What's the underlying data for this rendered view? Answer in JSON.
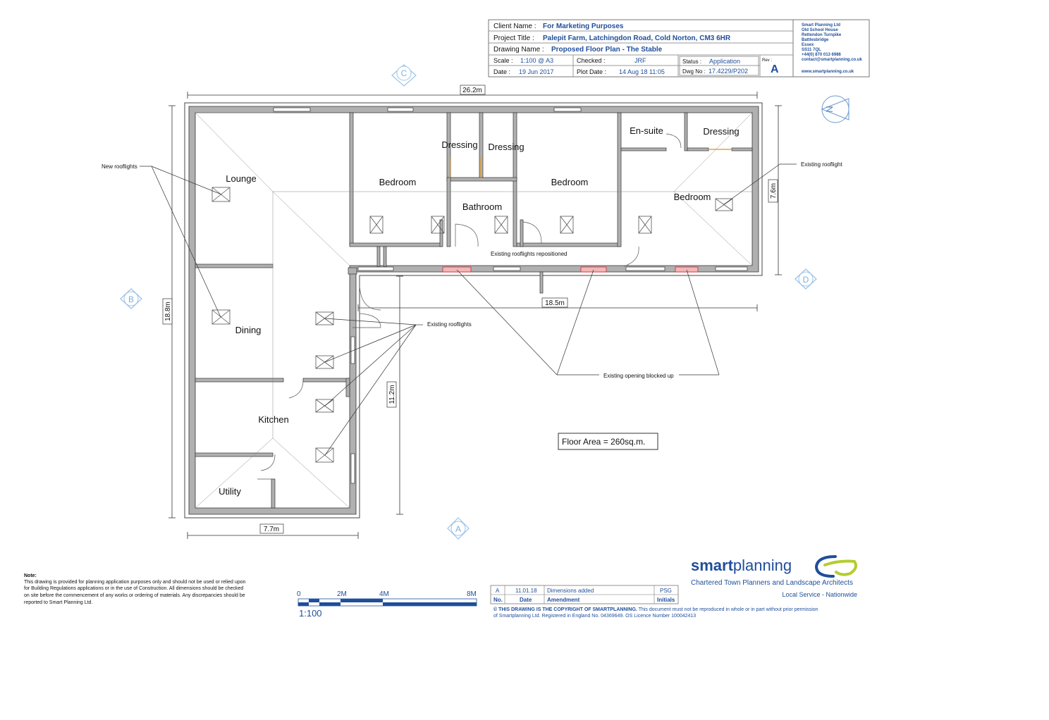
{
  "title_block": {
    "client_label": "Client Name :",
    "client_value": "For Marketing Purposes",
    "project_label": "Project Title :",
    "project_value": "Palepit Farm, Latchingdon Road, Cold Norton, CM3 6HR",
    "drawing_label": "Drawing Name :",
    "drawing_value": "Proposed Floor Plan - The Stable",
    "scale_label": "Scale :",
    "scale_value": "1:100 @ A3",
    "checked_label": "Checked :",
    "checked_value": "JRF",
    "status_label": "Status :",
    "status_value": "Application",
    "rev_label": "Rev :",
    "rev_value": "A",
    "date_label": "Date :",
    "date_value": "19 Jun 2017",
    "plot_label": "Plot Date :",
    "plot_value": "14 Aug 18 11:05",
    "dwg_label": "Dwg No :",
    "dwg_value": "17.4229/P202",
    "company_lines": [
      "Smart Planning Ltd",
      "Old School House",
      "Rettendon Turnpike",
      "Battlesbridge",
      "Essex",
      "SS11 7QL",
      "+44(0) 870 013 6986",
      "contact@smartplanning.co.uk"
    ],
    "website": "www.smartplanning.co.uk"
  },
  "elevation_markers": {
    "a": "A",
    "b": "B",
    "c": "C",
    "d": "D"
  },
  "north_label": "N",
  "dimensions": {
    "overall_width": "26.2m",
    "overall_height": "18.8m",
    "right_height": "7.6m",
    "lower_width": "18.5m",
    "wing_height": "11.2m",
    "wing_width": "7.7m"
  },
  "rooms": {
    "lounge": "Lounge",
    "dining": "Dining",
    "kitchen": "Kitchen",
    "utility": "Utility",
    "bedroom1": "Bedroom",
    "dressing1": "Dressing",
    "dressing2": "Dressing",
    "bathroom": "Bathroom",
    "bedroom2": "Bedroom",
    "ensuite": "En-suite",
    "dressing3": "Dressing",
    "bedroom3": "Bedroom"
  },
  "annotations": {
    "new_rooflights": "New rooflights",
    "existing_rooflight": "Existing rooflight",
    "existing_rooflights": "Existing rooflights",
    "repositioned": "Existing rooflights repositioned",
    "blocked": "Existing opening blocked up",
    "floor_area": "Floor Area = 260sq.m."
  },
  "notes": {
    "heading": "Note:",
    "lines": [
      "This drawing is provided for planning application purposes only and should not be used or relied upon",
      "for Building Regulations applications or in the use of Construction. All dimensions should be checked",
      "on site before the commencement of any works or ordering of materials. Any discrepancies should be",
      "reported to Smart Planning Ltd."
    ]
  },
  "scale_bar": {
    "ticks": [
      "0",
      "2M",
      "4M",
      "8M"
    ],
    "ratio": "1:100"
  },
  "revisions": {
    "row": {
      "rev": "A",
      "date": "11.01.18",
      "amendment": "Dimensions added",
      "initials": "PSG"
    },
    "headers": {
      "no": "No.",
      "date": "Date",
      "amendment": "Amendment",
      "initials": "Initials"
    },
    "copyright_bold": "© THIS DRAWING IS THE COPYRIGHT OF SMARTPLANNING.",
    "copyright_rest": " This document must not be reproduced in whole or in part without prior permission",
    "copyright_line2": "of Smartplanning Ltd.   Registered in England No. 04369649. OS Licence Number 100042413"
  },
  "brand": {
    "name_bold": "smart",
    "name_rest": "planning",
    "tagline": "Chartered Town Planners and Landscape Architects",
    "service": "Local Service - Nationwide",
    "brand_color": "#1f4e9a",
    "accent_color": "#b5cc2e"
  }
}
